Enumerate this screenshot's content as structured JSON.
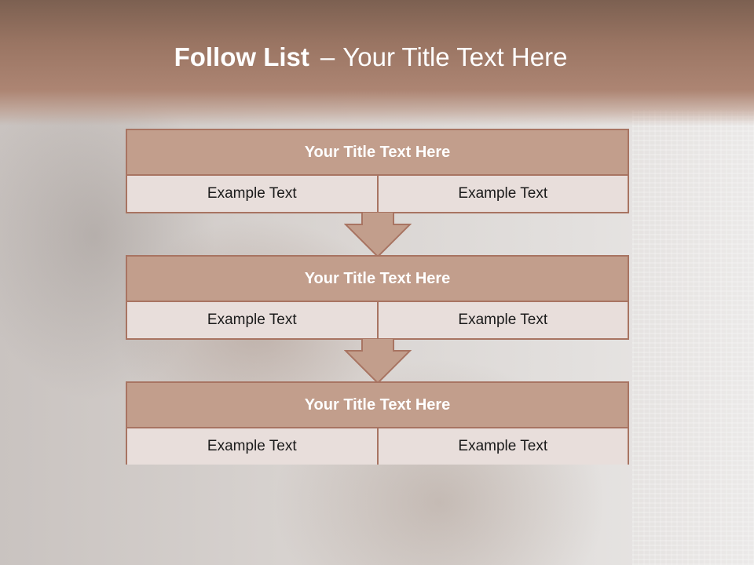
{
  "slide": {
    "title_bold": "Follow List",
    "title_dash": "–",
    "title_rest": "Your Title Text Here"
  },
  "blocks": [
    {
      "title": "Your Title Text Here",
      "left": "Example Text",
      "right": "Example Text"
    },
    {
      "title": "Your Title Text Here",
      "left": "Example Text",
      "right": "Example Text"
    },
    {
      "title": "Your Title Text Here",
      "left": "Example Text",
      "right": "Example Text"
    }
  ],
  "colors": {
    "header": "#9a7563",
    "block_title_fill": "#c29e8c",
    "block_border": "#a87462",
    "cell_fill": "#e8dedb"
  }
}
